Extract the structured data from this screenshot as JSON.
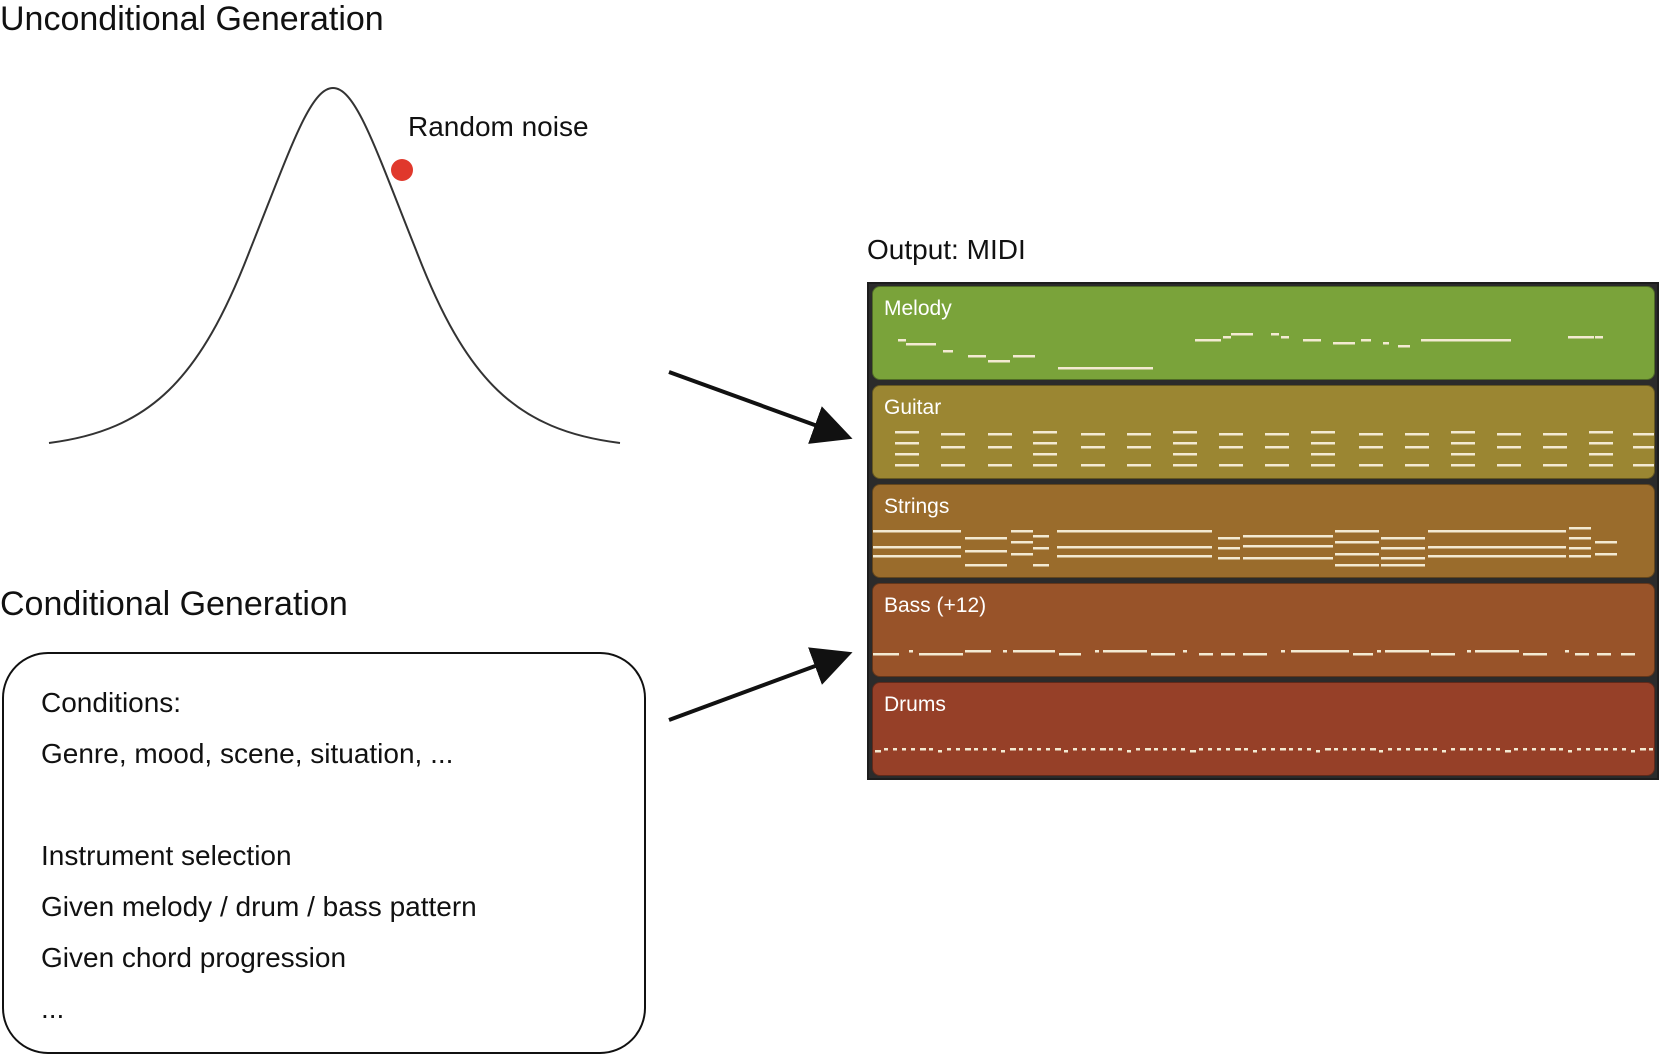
{
  "unconditional": {
    "title": "Unconditional Generation",
    "noise_label": "Random noise"
  },
  "conditional": {
    "title": "Conditional Generation",
    "lines": [
      "Conditions:",
      "Genre, mood, scene, situation, ...",
      "",
      "Instrument selection",
      "Given melody / drum / bass pattern",
      "Given chord progression",
      "..."
    ]
  },
  "output": {
    "label": "Output: MIDI",
    "tracks": [
      {
        "name": "Melody",
        "color": "#7aa33a"
      },
      {
        "name": "Guitar",
        "color": "#9b8632"
      },
      {
        "name": "Strings",
        "color": "#9a6c2c"
      },
      {
        "name": "Bass (+12)",
        "color": "#985329"
      },
      {
        "name": "Drums",
        "color": "#964028"
      }
    ]
  },
  "colors": {
    "noise_dot": "#e0382c",
    "curve": "#333333",
    "arrow": "#111111",
    "note": "#f3ead2"
  }
}
